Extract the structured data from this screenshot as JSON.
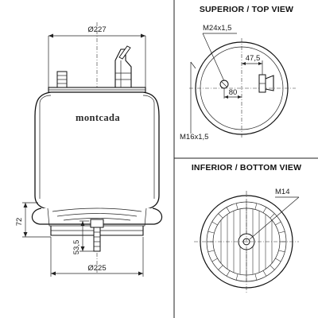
{
  "brand": "montcada",
  "side_view": {
    "top_diameter": "Ø227",
    "bottom_diameter": "Ø225",
    "height_72": "72",
    "height_53": "53,5"
  },
  "top_view": {
    "title": "SUPERIOR / TOP VIEW",
    "thread_1": "M24x1,5",
    "thread_2": "M16x1,5",
    "dim_47": "47,5",
    "dim_80": "80"
  },
  "bottom_view": {
    "title": "INFERIOR / BOTTOM VIEW",
    "thread": "M14"
  }
}
